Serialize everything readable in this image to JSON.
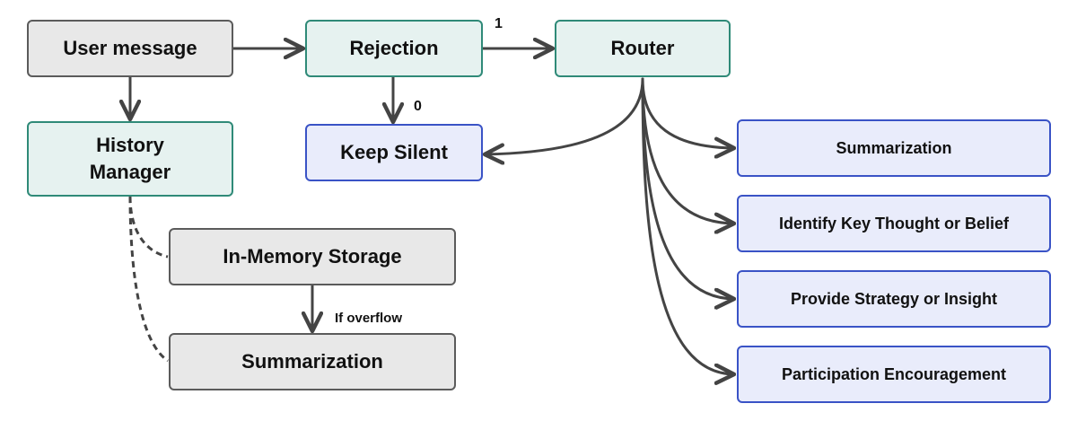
{
  "nodes": {
    "user_message": "User message",
    "rejection": "Rejection",
    "router": "Router",
    "history_manager": "History\nManager",
    "keep_silent": "Keep Silent",
    "in_memory_storage": "In-Memory Storage",
    "summarization_left": "Summarization",
    "summarization_right": "Summarization",
    "identify_key_thought": "Identify Key Thought or Belief",
    "provide_strategy": "Provide Strategy or Insight",
    "participation_encouragement": "Participation Encouragement"
  },
  "edge_labels": {
    "rejection_to_router": "1",
    "rejection_to_keep_silent": "0",
    "storage_overflow": "If overflow"
  },
  "colors": {
    "gray_fill": "#e8e8e8",
    "teal_fill": "#e6f2f0",
    "blue_fill": "#e9ecfb",
    "arrow": "#444444"
  }
}
